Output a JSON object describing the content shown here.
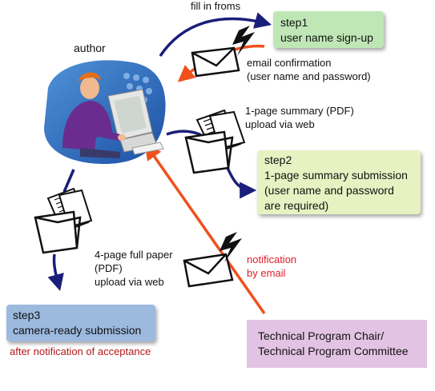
{
  "author": {
    "label": "author"
  },
  "step1": {
    "title": "step1",
    "subtitle": "user name sign-up"
  },
  "step2": {
    "title": "step2",
    "lines": [
      "1-page summary submission",
      "(user name and password",
      "are required)"
    ]
  },
  "step3": {
    "title": "step3",
    "subtitle": "camera-ready submission"
  },
  "tpc": {
    "line1": "Technical Program Chair/",
    "line2": "Technical Program Committee"
  },
  "labels": {
    "fill_in_forms": "fill in froms",
    "email_confirmation": [
      "email confirmation",
      "(user name and password)"
    ],
    "summary_upload": [
      "1-page summary  (PDF)",
      "upload via web"
    ],
    "full_paper_upload": [
      "4-page full paper",
      "(PDF)",
      "upload via web"
    ],
    "notification": [
      "notification",
      "by email"
    ],
    "after_notification": "after notification of acceptance"
  },
  "colors": {
    "blue_arrow": "#1a1f7a",
    "red_arrow": "#f0501e",
    "notification_text": "#e0202a",
    "after_text": "#b51818",
    "step1_fill": "#bfe7b6",
    "step2_fill": "#e6f2c2",
    "step3_fill": "#9cb9de",
    "tpc_fill": "#e3c3e3"
  },
  "icons": [
    "author-clipart-icon",
    "envelope-icon",
    "folder-document-icon",
    "lightning-icon"
  ]
}
